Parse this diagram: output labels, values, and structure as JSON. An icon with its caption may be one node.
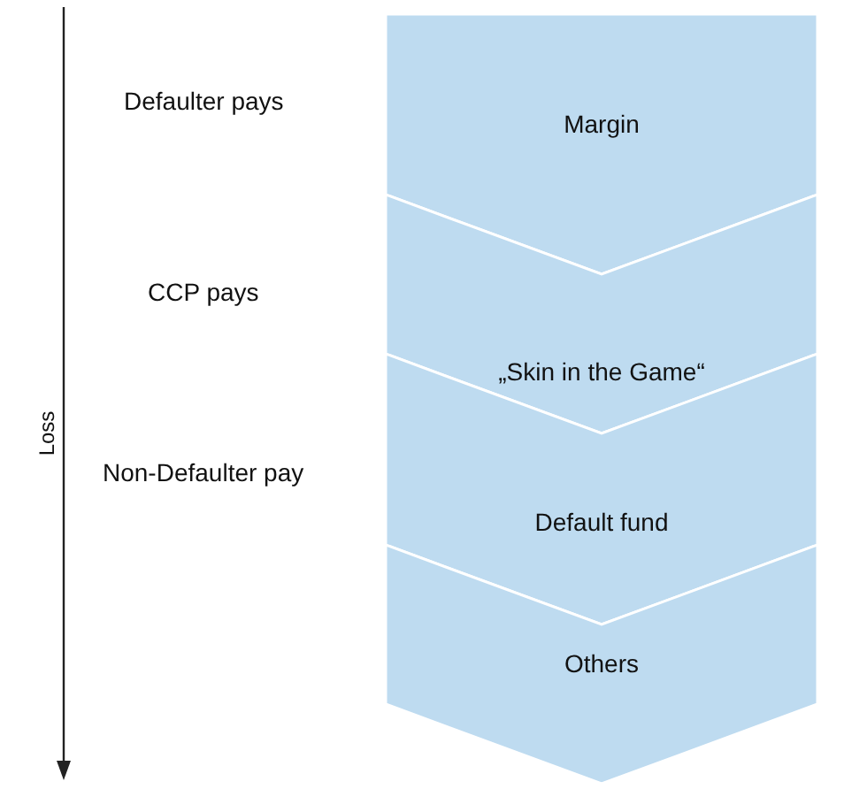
{
  "diagram": {
    "nodes": [
      {
        "text": [
          "Margin"
        ]
      },
      {
        "text": [
          "„Skin in the Game“"
        ]
      },
      {
        "text": [
          "Default fund"
        ]
      },
      {
        "text": [
          "Others"
        ]
      }
    ],
    "labels": [
      "Defaulter pays",
      "CCP pays",
      "Non-Defaulter pay",
      "Loss"
    ]
  }
}
